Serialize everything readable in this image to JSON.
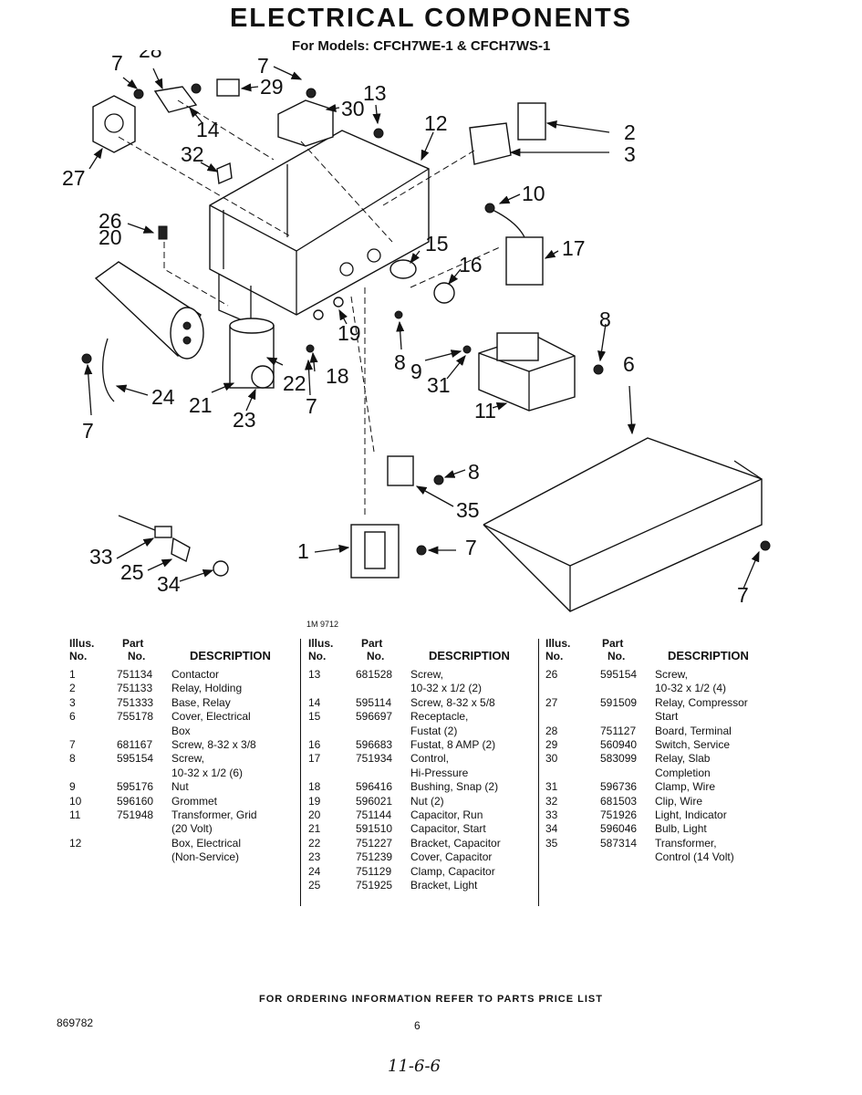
{
  "header": {
    "title": "ELECTRICAL COMPONENTS",
    "subtitle": "For Models: CFCH7WE-1 & CFCH7WS-1"
  },
  "diagram": {
    "drawing_code": "1M 9712",
    "callouts": [
      "7",
      "28",
      "7",
      "29",
      "30",
      "13",
      "12",
      "14",
      "2",
      "3",
      "27",
      "32",
      "10",
      "26",
      "20",
      "15",
      "16",
      "17",
      "19",
      "8",
      "6",
      "8",
      "9",
      "31",
      "18",
      "24",
      "22",
      "21",
      "23",
      "7",
      "7",
      "11",
      "8",
      "35",
      "33",
      "25",
      "34",
      "1",
      "7",
      "7"
    ]
  },
  "table": {
    "headers": {
      "illus_top": "Illus.",
      "illus_bottom": "No.",
      "part_top": "Part",
      "part_bottom": "No.",
      "description": "DESCRIPTION"
    },
    "columns": [
      [
        {
          "no": "1",
          "part": "751134",
          "desc": [
            "Contactor"
          ]
        },
        {
          "no": "2",
          "part": "751133",
          "desc": [
            "Relay, Holding"
          ]
        },
        {
          "no": "3",
          "part": "751333",
          "desc": [
            "Base, Relay"
          ]
        },
        {
          "no": "6",
          "part": "755178",
          "desc": [
            "Cover, Electrical",
            "Box"
          ]
        },
        {
          "no": "7",
          "part": "681167",
          "desc": [
            "Screw, 8-32 x 3/8"
          ]
        },
        {
          "no": "8",
          "part": "595154",
          "desc": [
            "Screw,",
            "10-32 x 1/2 (6)"
          ]
        },
        {
          "no": "9",
          "part": "595176",
          "desc": [
            "Nut"
          ]
        },
        {
          "no": "10",
          "part": "596160",
          "desc": [
            "Grommet"
          ]
        },
        {
          "no": "11",
          "part": "751948",
          "desc": [
            "Transformer, Grid",
            "(20 Volt)"
          ]
        },
        {
          "no": "12",
          "part": "",
          "desc": [
            "Box, Electrical",
            "(Non-Service)"
          ]
        }
      ],
      [
        {
          "no": "13",
          "part": "681528",
          "desc": [
            "Screw,",
            "10-32 x 1/2 (2)"
          ]
        },
        {
          "no": "14",
          "part": "595114",
          "desc": [
            "Screw, 8-32 x 5/8"
          ]
        },
        {
          "no": "15",
          "part": "596697",
          "desc": [
            "Receptacle,",
            "Fustat (2)"
          ]
        },
        {
          "no": "16",
          "part": "596683",
          "desc": [
            "Fustat, 8 AMP (2)"
          ]
        },
        {
          "no": "17",
          "part": "751934",
          "desc": [
            "Control,",
            "Hi-Pressure"
          ]
        },
        {
          "no": "18",
          "part": "596416",
          "desc": [
            "Bushing, Snap (2)"
          ]
        },
        {
          "no": "19",
          "part": "596021",
          "desc": [
            "Nut (2)"
          ]
        },
        {
          "no": "20",
          "part": "751144",
          "desc": [
            "Capacitor, Run"
          ]
        },
        {
          "no": "21",
          "part": "591510",
          "desc": [
            "Capacitor, Start"
          ]
        },
        {
          "no": "22",
          "part": "751227",
          "desc": [
            "Bracket, Capacitor"
          ]
        },
        {
          "no": "23",
          "part": "751239",
          "desc": [
            "Cover, Capacitor"
          ]
        },
        {
          "no": "24",
          "part": "751129",
          "desc": [
            "Clamp, Capacitor"
          ]
        },
        {
          "no": "25",
          "part": "751925",
          "desc": [
            "Bracket, Light"
          ]
        }
      ],
      [
        {
          "no": "26",
          "part": "595154",
          "desc": [
            "Screw,",
            "10-32 x 1/2 (4)"
          ]
        },
        {
          "no": "27",
          "part": "591509",
          "desc": [
            "Relay, Compressor",
            "Start"
          ]
        },
        {
          "no": "28",
          "part": "751127",
          "desc": [
            "Board, Terminal"
          ]
        },
        {
          "no": "29",
          "part": "560940",
          "desc": [
            "Switch, Service"
          ]
        },
        {
          "no": "30",
          "part": "583099",
          "desc": [
            "Relay, Slab",
            "Completion"
          ]
        },
        {
          "no": "31",
          "part": "596736",
          "desc": [
            "Clamp, Wire"
          ]
        },
        {
          "no": "32",
          "part": "681503",
          "desc": [
            "Clip, Wire"
          ]
        },
        {
          "no": "33",
          "part": "751926",
          "desc": [
            "Light, Indicator"
          ]
        },
        {
          "no": "34",
          "part": "596046",
          "desc": [
            "Bulb, Light"
          ]
        },
        {
          "no": "35",
          "part": "587314",
          "desc": [
            "Transformer,",
            "Control (14 Volt)"
          ]
        }
      ]
    ]
  },
  "footer": {
    "ordering_note": "FOR ORDERING INFORMATION REFER TO PARTS PRICE LIST",
    "doc_number": "869782",
    "page_number": "6",
    "handwritten_note": "11-6-6"
  }
}
